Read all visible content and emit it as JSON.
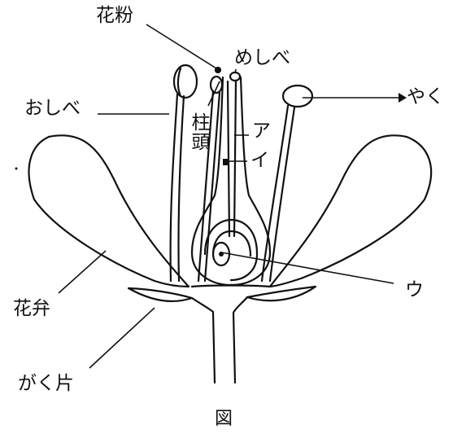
{
  "labels": {
    "pollen": "花粉",
    "pistil": "めしべ",
    "stamen": "おしべ",
    "anther": "やく",
    "stigma": "柱頭",
    "a": "ア",
    "i": "イ",
    "u": "ウ",
    "petal": "花弁",
    "sepal": "がく片"
  },
  "caption": "図",
  "colors": {
    "ink": "#111111",
    "background": "#ffffff"
  }
}
